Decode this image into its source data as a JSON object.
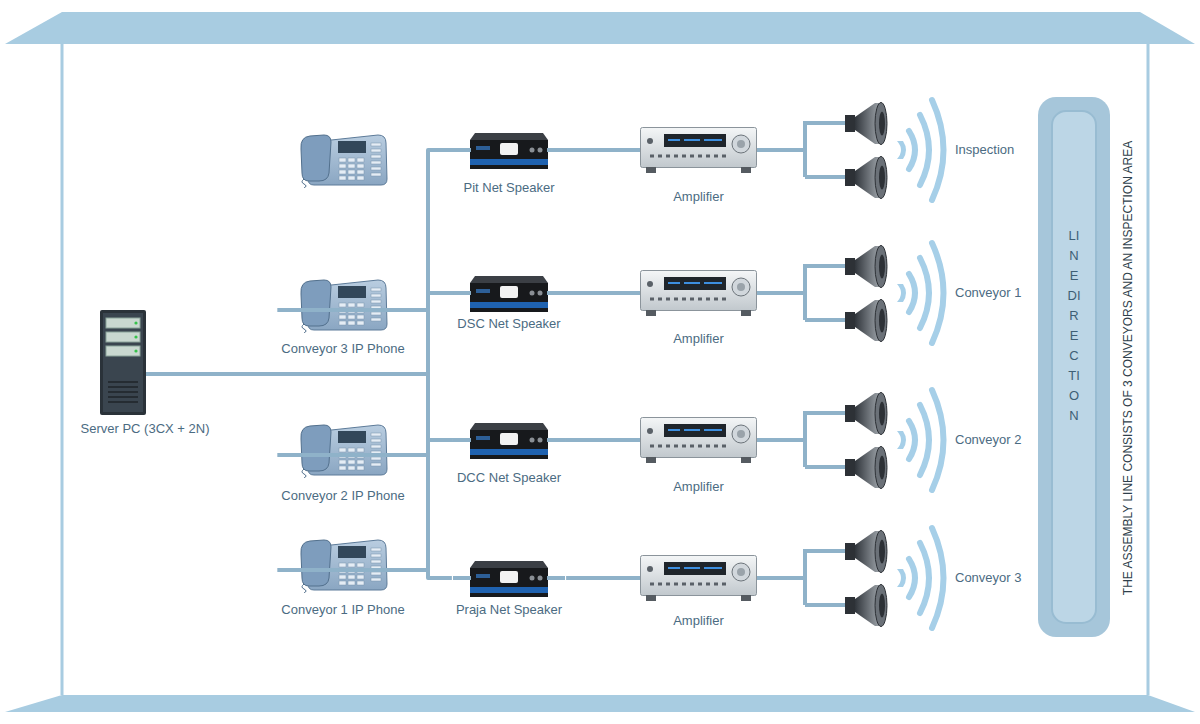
{
  "diagram": {
    "nodes": [
      {
        "text": [
          "Server PC (3CX + 2N)"
        ]
      },
      {
        "text": [
          "Conveyor 3 IP Phone"
        ]
      },
      {
        "text": [
          "Conveyor 2 IP Phone"
        ]
      },
      {
        "text": [
          "Conveyor 1 IP Phone"
        ]
      },
      {
        "text": [
          "Pit Net Speaker"
        ]
      },
      {
        "text": [
          "DSC Net Speaker"
        ]
      },
      {
        "text": [
          "DCC Net Speaker"
        ]
      },
      {
        "text": [
          "Praja Net Speaker"
        ]
      },
      {
        "text": [
          "Amplifier"
        ]
      },
      {
        "text": [
          "Amplifier"
        ]
      },
      {
        "text": [
          "Amplifier"
        ]
      },
      {
        "text": [
          "Amplifier"
        ]
      },
      {
        "text": [
          "Inspection"
        ]
      },
      {
        "text": [
          "Conveyor 1"
        ]
      },
      {
        "text": [
          "Conveyor 2"
        ]
      },
      {
        "text": [
          "Conveyor 3"
        ]
      },
      {
        "text": [
          "LINE DIRECTION"
        ]
      }
    ],
    "edges": [
      {
        "from": 0,
        "to": 1,
        "arrow": "none"
      },
      {
        "from": 0,
        "to": 2,
        "arrow": "none"
      },
      {
        "from": 0,
        "to": 3,
        "arrow": "none"
      },
      {
        "from": 0,
        "to": 4,
        "arrow": "none"
      },
      {
        "from": 0,
        "to": 5,
        "arrow": "none"
      },
      {
        "from": 0,
        "to": 6,
        "arrow": "none"
      },
      {
        "from": 0,
        "to": 7,
        "arrow": "none"
      },
      {
        "from": 4,
        "to": 8,
        "arrow": "none"
      },
      {
        "from": 5,
        "to": 9,
        "arrow": "none"
      },
      {
        "from": 6,
        "to": 10,
        "arrow": "none"
      },
      {
        "from": 7,
        "to": 11,
        "arrow": "none"
      },
      {
        "from": 8,
        "to": 12,
        "arrow": "none"
      },
      {
        "from": 9,
        "to": 13,
        "arrow": "none"
      },
      {
        "from": 10,
        "to": 14,
        "arrow": "none"
      },
      {
        "from": 11,
        "to": 15,
        "arrow": "none"
      }
    ],
    "labels": [
      "THE ASSEMBLY LINE CONSISTS OF 3 CONVEYORS AND AN INSPECTION AREA"
    ]
  }
}
